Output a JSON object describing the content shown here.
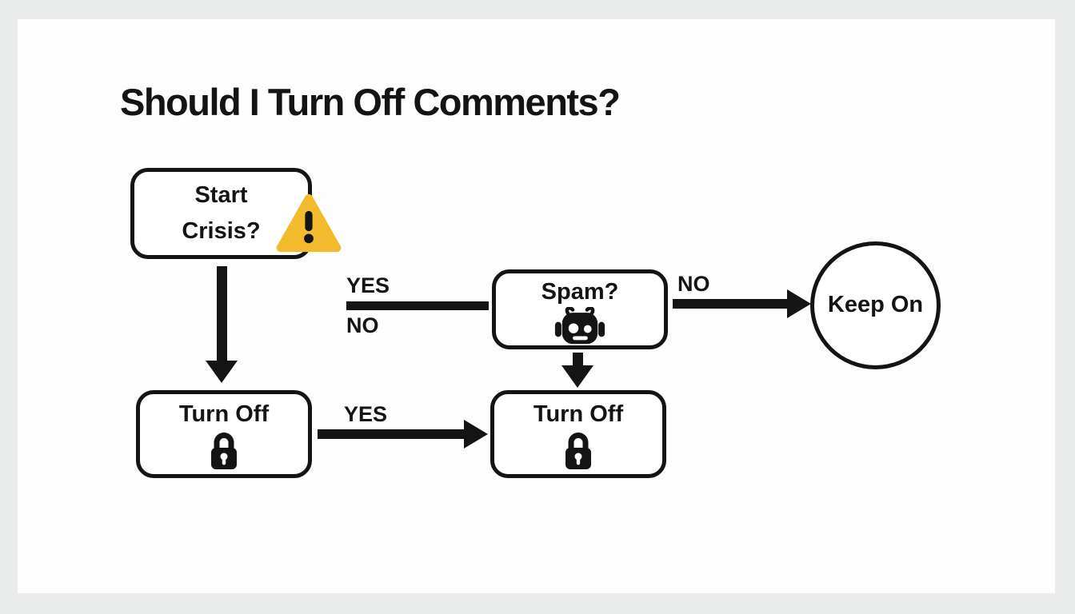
{
  "page": {
    "title": "Should I Turn Off Comments?"
  },
  "colors": {
    "outer_background": "#ebecec",
    "canvas_background": "#fdfdfd",
    "ink": "#141414",
    "warning_yellow": "#f2bb2d"
  },
  "nodes": {
    "start": {
      "line1": "Start",
      "line2": "Crisis?",
      "icon": "warning-triangle-icon"
    },
    "spam": {
      "label": "Spam?",
      "icon": "robot-icon"
    },
    "keep_on": {
      "label": "Keep On"
    },
    "turn_off_left": {
      "label": "Turn Off",
      "icon": "padlock-icon"
    },
    "turn_off_right": {
      "label": "Turn Off",
      "icon": "padlock-icon"
    }
  },
  "edges": {
    "yes_no_line": {
      "label_top": "YES",
      "label_bottom": "NO"
    },
    "spam_to_keep_on": {
      "label": "NO"
    },
    "turnoff_to_turnoff": {
      "label": "YES"
    }
  }
}
